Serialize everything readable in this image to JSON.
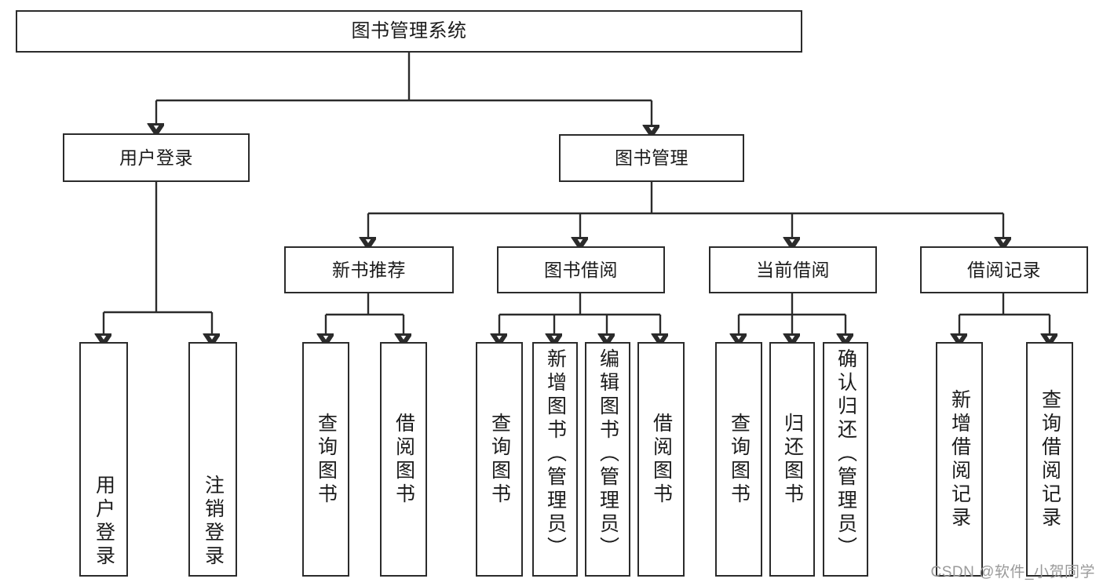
{
  "diagram": {
    "title": "图书管理系统",
    "type": "tree",
    "watermark": "CSDN @软件_小贺同学",
    "colors": {
      "stroke": "#2b2b2b",
      "box_fill": "#ffffff",
      "text": "#1b1b1b",
      "watermark": "#9a9a9a",
      "background": "#ffffff"
    },
    "levels": {
      "root": {
        "label": "图书管理系统"
      },
      "level2": [
        {
          "id": "user-login",
          "label": "用户登录"
        },
        {
          "id": "book-manage",
          "label": "图书管理"
        }
      ],
      "level3": [
        {
          "id": "new-book-rec",
          "label": "新书推荐",
          "parent": "book-manage"
        },
        {
          "id": "book-borrow",
          "label": "图书借阅",
          "parent": "book-manage"
        },
        {
          "id": "current-borrow",
          "label": "当前借阅",
          "parent": "book-manage"
        },
        {
          "id": "borrow-record",
          "label": "借阅记录",
          "parent": "book-manage"
        }
      ],
      "leaves": [
        {
          "id": "leaf-user-login",
          "label": "用户登录",
          "parent": "user-login"
        },
        {
          "id": "leaf-logout",
          "label": "注销登录",
          "parent": "user-login"
        },
        {
          "id": "leaf-query-book-1",
          "label": "查询图书",
          "parent": "new-book-rec"
        },
        {
          "id": "leaf-borrow-book-1",
          "label": "借阅图书",
          "parent": "new-book-rec"
        },
        {
          "id": "leaf-query-book-2",
          "label": "查询图书",
          "parent": "book-borrow"
        },
        {
          "id": "leaf-add-book",
          "label": "新增图书（管理员）",
          "parent": "book-borrow"
        },
        {
          "id": "leaf-edit-book",
          "label": "编辑图书（管理员）",
          "parent": "book-borrow"
        },
        {
          "id": "leaf-borrow-book-2",
          "label": "借阅图书",
          "parent": "book-borrow"
        },
        {
          "id": "leaf-query-book-3",
          "label": "查询图书",
          "parent": "current-borrow"
        },
        {
          "id": "leaf-return-book",
          "label": "归还图书",
          "parent": "current-borrow"
        },
        {
          "id": "leaf-confirm-return",
          "label": "确认归还（管理员）",
          "parent": "current-borrow"
        },
        {
          "id": "leaf-add-record",
          "label": "新增借阅记录",
          "parent": "borrow-record"
        },
        {
          "id": "leaf-query-record",
          "label": "查询借阅记录",
          "parent": "borrow-record"
        }
      ]
    }
  }
}
